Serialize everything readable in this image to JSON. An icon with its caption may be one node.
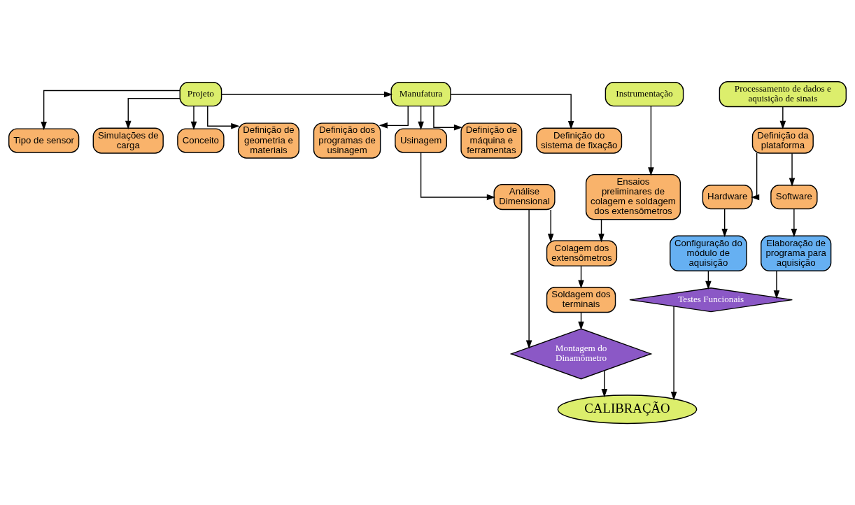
{
  "diagram": {
    "nodes": [
      {
        "text": [
          "Projeto"
        ]
      },
      {
        "text": [
          "Conceito"
        ]
      },
      {
        "text": [
          "Definição de geometria e materiais"
        ]
      },
      {
        "text": [
          "Tipo de sensor"
        ]
      },
      {
        "text": [
          "Simulações de carga"
        ]
      },
      {
        "text": [
          "Manufatura"
        ]
      },
      {
        "text": [
          "Definição de máquina e ferramentas"
        ]
      },
      {
        "text": [
          "Definição do sistema de fixação"
        ]
      },
      {
        "text": [
          "Definição dos programas de usinagem"
        ]
      },
      {
        "text": [
          "Usinagem"
        ]
      },
      {
        "text": [
          "Análise Dimensional"
        ]
      },
      {
        "text": [
          "Instrumentação"
        ]
      },
      {
        "text": [
          "Ensaios preliminares de colagem e soldagem dos extensômetros"
        ]
      },
      {
        "text": [
          "Colagem dos extensômetros"
        ]
      },
      {
        "text": [
          "Soldagem dos terminais"
        ]
      },
      {
        "text": [
          "Montagem do Dinamômetro"
        ]
      },
      {
        "text": [
          "Processamento de dados e aquisição de sinais"
        ]
      },
      {
        "text": [
          "Definição da plataforma"
        ]
      },
      {
        "text": [
          "Hardware"
        ]
      },
      {
        "text": [
          "Software"
        ]
      },
      {
        "text": [
          "Configuração do módulo de aquisição"
        ]
      },
      {
        "text": [
          "Elaboração de programa para aquisição"
        ]
      },
      {
        "text": [
          "Testes Funcionais"
        ]
      },
      {
        "text": [
          "CALIBRAÇÃO"
        ]
      }
    ],
    "edges": [
      {
        "from": 0,
        "to": 1,
        "arrow": "to"
      },
      {
        "from": 0,
        "to": 2,
        "arrow": "to"
      },
      {
        "from": 0,
        "to": 3,
        "arrow": "to"
      },
      {
        "from": 0,
        "to": 4,
        "arrow": "to"
      },
      {
        "from": 0,
        "to": 5,
        "arrow": "to"
      },
      {
        "from": 5,
        "to": 6,
        "arrow": "to"
      },
      {
        "from": 5,
        "to": 7,
        "arrow": "to"
      },
      {
        "from": 5,
        "to": 8,
        "arrow": "to"
      },
      {
        "from": 5,
        "to": 9,
        "arrow": "to"
      },
      {
        "from": 9,
        "to": 10,
        "arrow": "to"
      },
      {
        "from": 11,
        "to": 12,
        "arrow": "to"
      },
      {
        "from": 12,
        "to": 13,
        "arrow": "to"
      },
      {
        "from": 13,
        "to": 14,
        "arrow": "to"
      },
      {
        "from": 14,
        "to": 15,
        "arrow": "to"
      },
      {
        "from": 10,
        "to": 13,
        "arrow": "to"
      },
      {
        "from": 10,
        "to": 15,
        "arrow": "to"
      },
      {
        "from": 16,
        "to": 17,
        "arrow": "to"
      },
      {
        "from": 17,
        "to": 18,
        "arrow": "to"
      },
      {
        "from": 17,
        "to": 19,
        "arrow": "to"
      },
      {
        "from": 18,
        "to": 20,
        "arrow": "to"
      },
      {
        "from": 19,
        "to": 21,
        "arrow": "to"
      },
      {
        "from": 20,
        "to": 22,
        "arrow": "to"
      },
      {
        "from": 21,
        "to": 22,
        "arrow": "to"
      },
      {
        "from": 15,
        "to": 23,
        "arrow": "to"
      },
      {
        "from": 22,
        "to": 23,
        "arrow": "to"
      }
    ]
  }
}
